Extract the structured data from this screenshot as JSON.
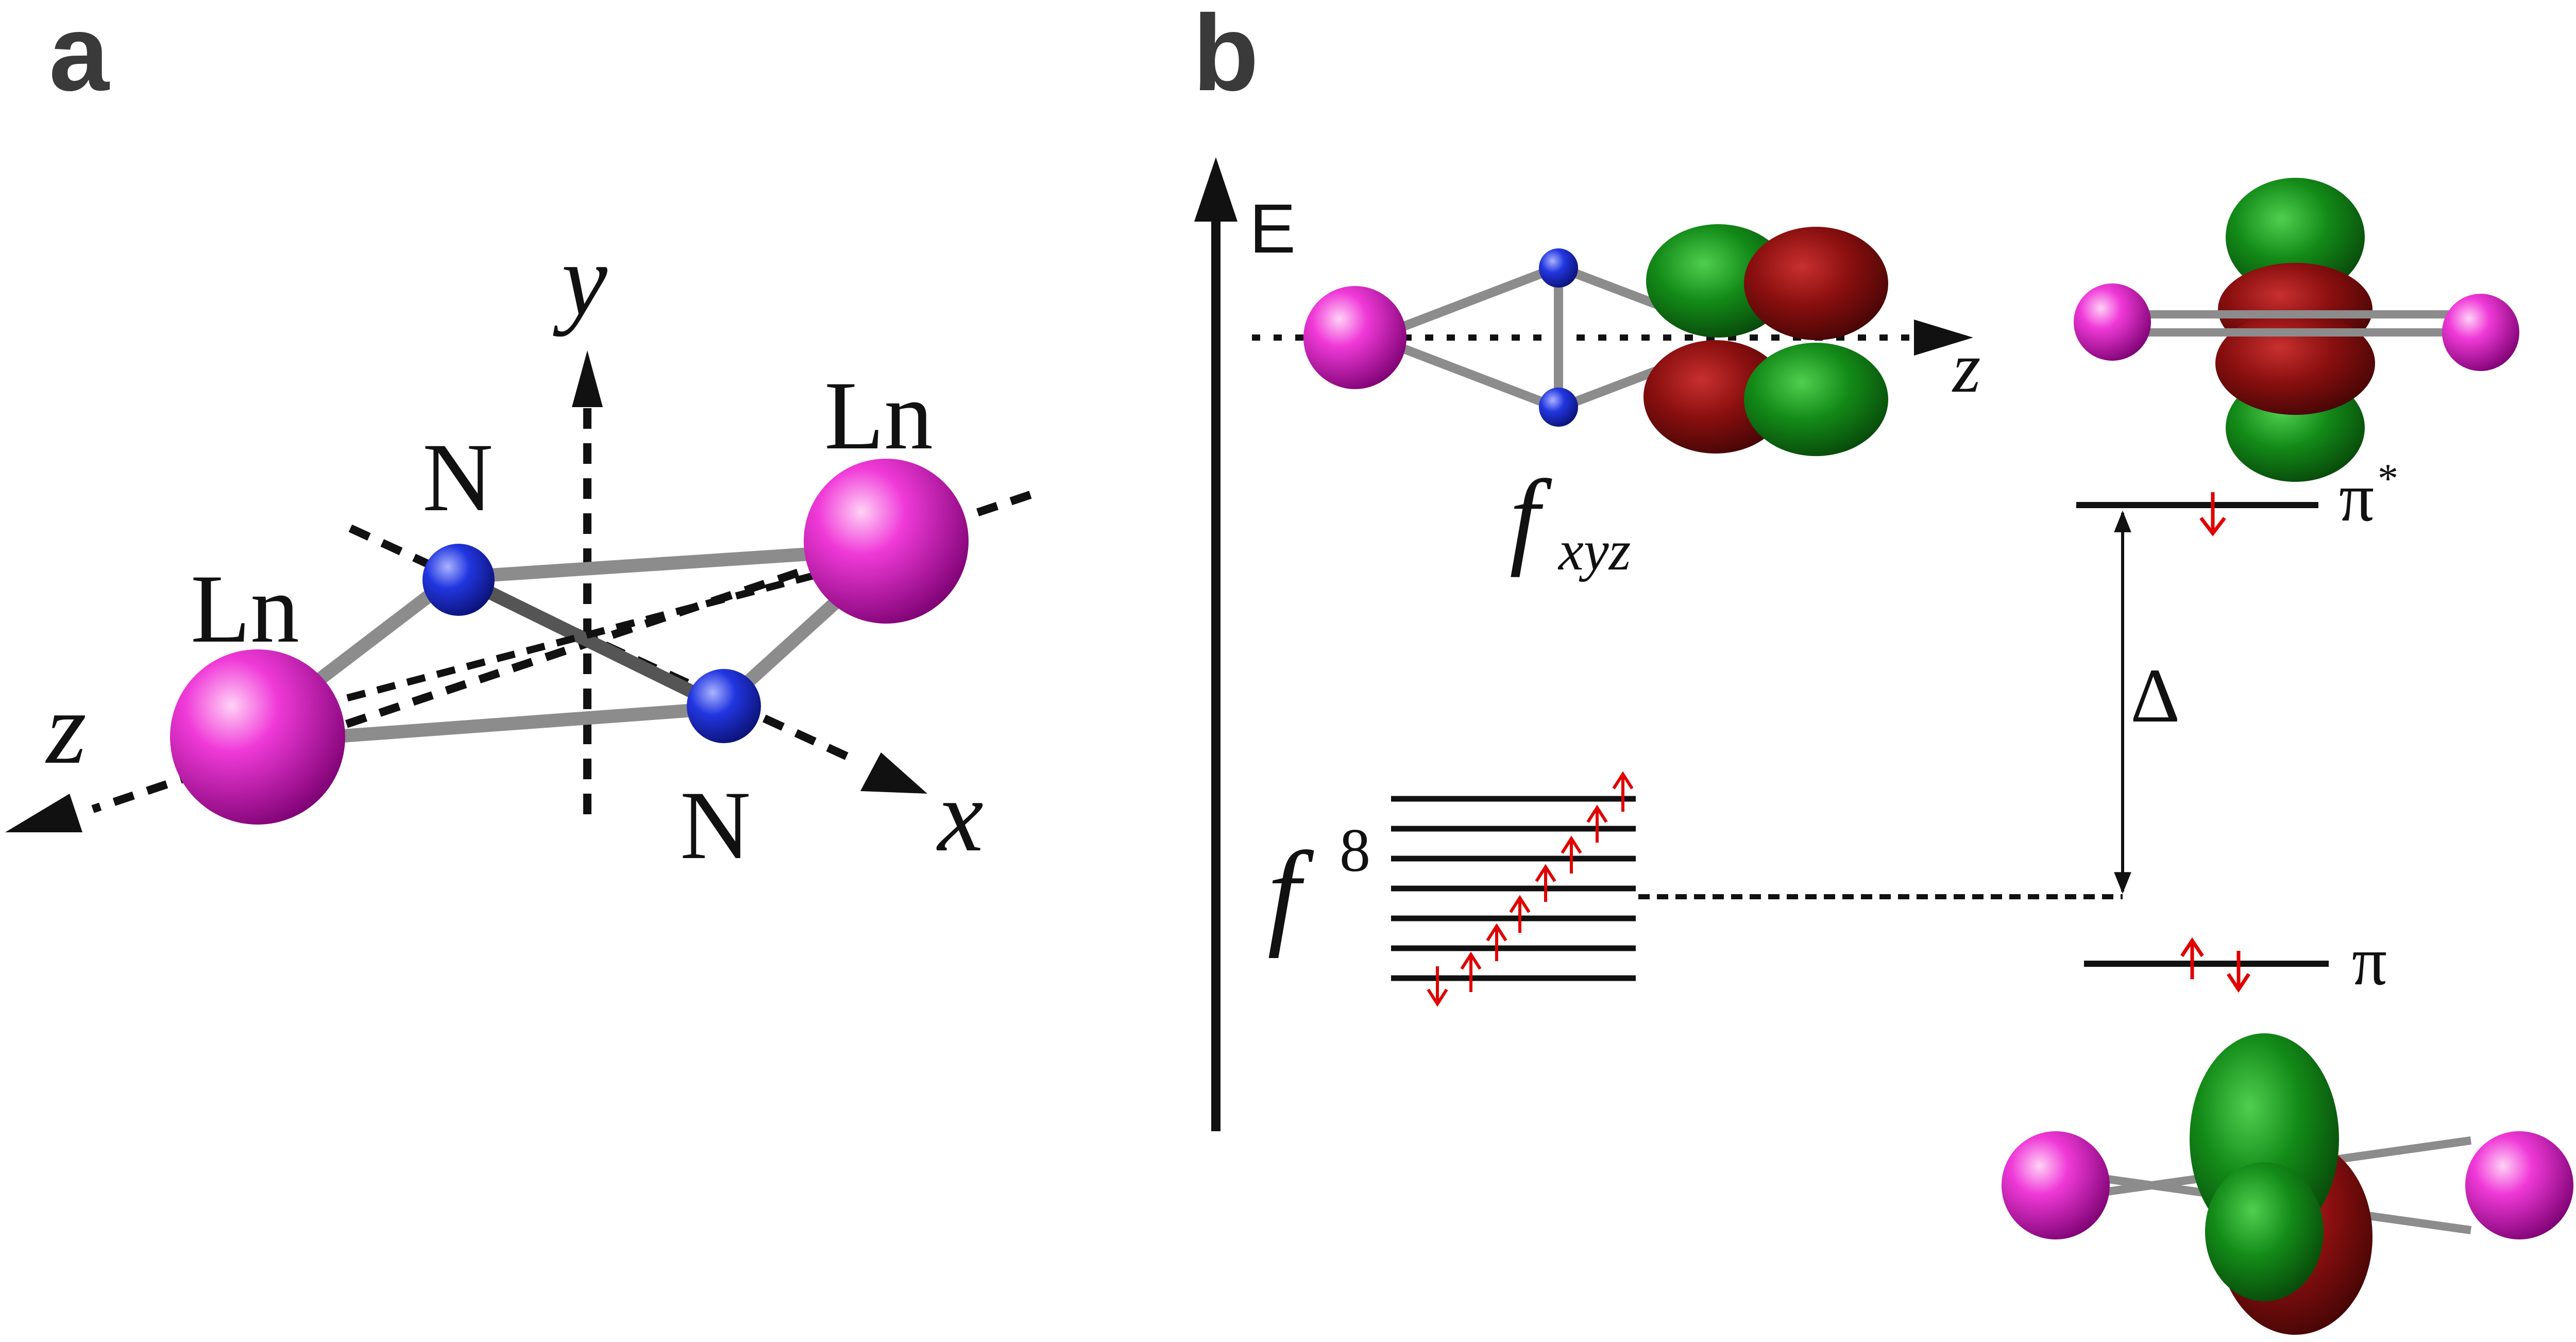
{
  "panels": {
    "a": {
      "label": "a",
      "atoms": {
        "ln_left": "Ln",
        "ln_right": "Ln",
        "n_top": "N",
        "n_bottom": "N"
      },
      "axes": {
        "x": "x",
        "y": "y",
        "z": "z"
      }
    },
    "b": {
      "label": "b",
      "energy_axis_label": "E",
      "z_axis_label": "z",
      "orbital_label_main": "f",
      "orbital_label_sub": "xyz",
      "f_config_main": "f",
      "f_config_sup": "8",
      "pi_star_label": "π",
      "pi_star_sup": "*",
      "pi_label": "π",
      "gap_label": "Δ"
    }
  },
  "colors": {
    "ln_atom": "#e010c8",
    "n_atom": "#1a2fd8",
    "bond": "#8c8c8c",
    "lobe_green": "#178a1c",
    "lobe_red": "#8a0f0f",
    "electron_arrow": "#e00000",
    "line": "#111111"
  },
  "icons": [
    "ln-atom-icon",
    "n-atom-icon",
    "orbital-lobe-icon",
    "electron-spin-arrow-icon"
  ]
}
